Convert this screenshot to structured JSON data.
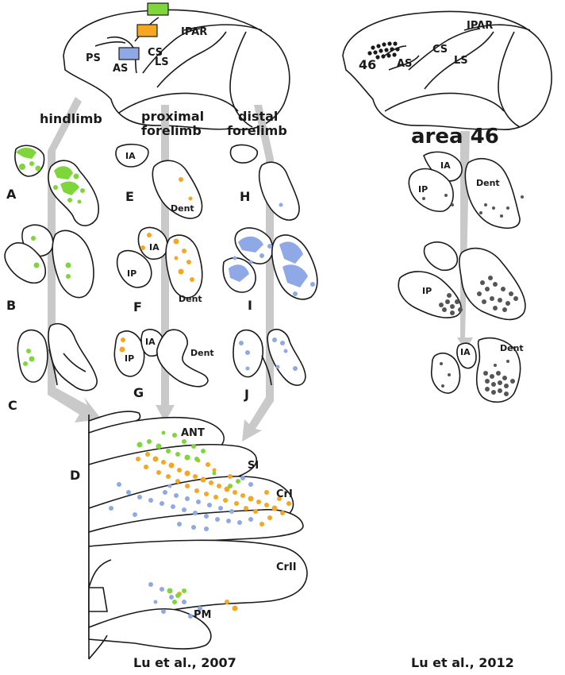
{
  "colors": {
    "hindlimb": "#7ed63a",
    "proximal_forelimb": "#f5a623",
    "distal_forelimb": "#8fa9e6",
    "area46": "#555555",
    "arrow": "#c9c9c9"
  },
  "left_brain": {
    "sulci": [
      "PS",
      "AS",
      "CS",
      "IPAR",
      "LS"
    ]
  },
  "right_brain": {
    "sulci": [
      "IPAR",
      "CS",
      "LS",
      "AS"
    ],
    "area_label": "46"
  },
  "columns": {
    "hindlimb": "hindlimb",
    "proximal_line1": "proximal",
    "proximal_line2": "forelimb",
    "distal_line1": "distal",
    "distal_line2": "forelimb",
    "area46": "area 46"
  },
  "panels": {
    "A": "A",
    "B": "B",
    "C": "C",
    "D": "D",
    "E": "E",
    "F": "F",
    "G": "G",
    "H": "H",
    "I": "I",
    "J": "J"
  },
  "nuclei": {
    "IA": "IA",
    "IP": "IP",
    "Dent": "Dent"
  },
  "cortex_lobules": {
    "ANT": "ANT",
    "SI": "SI",
    "CrI": "CrI",
    "CrII": "CrII",
    "PM": "PM"
  },
  "citations": {
    "left": "Lu et al., 2007",
    "right": "Lu et al., 2012"
  }
}
